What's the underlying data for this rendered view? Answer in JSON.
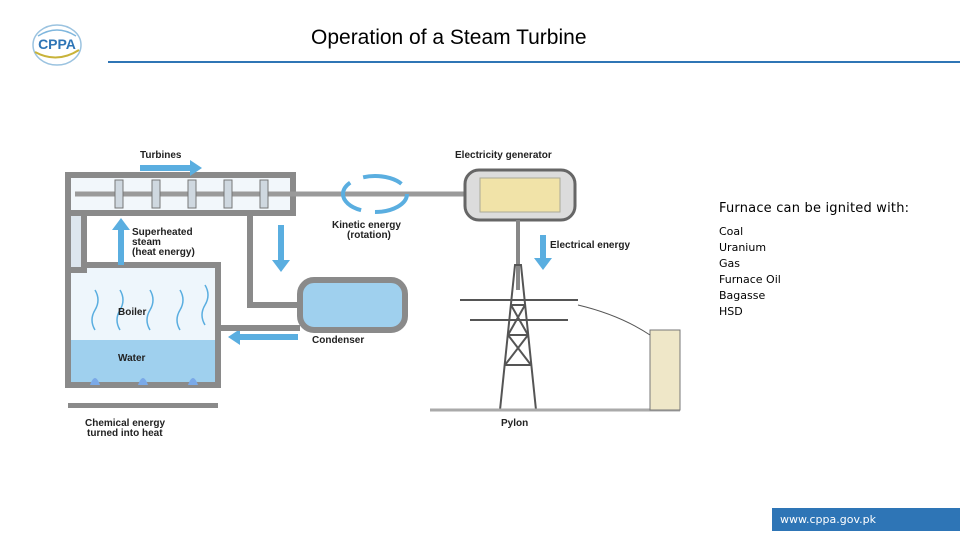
{
  "header": {
    "title": "Operation of a Steam Turbine",
    "logo_text": "CPPA"
  },
  "diagram": {
    "labels": {
      "turbines": "Turbines",
      "generator": "Electricity generator",
      "superheated_1": "Superheated",
      "superheated_2": "steam",
      "superheated_3": "(heat energy)",
      "kinetic_1": "Kinetic energy",
      "kinetic_2": "(rotation)",
      "electrical": "Electrical energy",
      "boiler": "Boiler",
      "water": "Water",
      "condenser": "Condenser",
      "chemical_1": "Chemical energy",
      "chemical_2": "turned into heat",
      "pylon": "Pylon"
    }
  },
  "info": {
    "title": "Furnace can be ignited with:",
    "fuels": [
      "Coal",
      "Uranium",
      "Gas",
      "Furnace Oil",
      "Bagasse",
      "HSD"
    ]
  },
  "footer": {
    "url": "www.cppa.gov.pk"
  },
  "colors": {
    "accent": "#2e75b6",
    "water": "#9fd0ee",
    "steam": "#5aaee0"
  }
}
